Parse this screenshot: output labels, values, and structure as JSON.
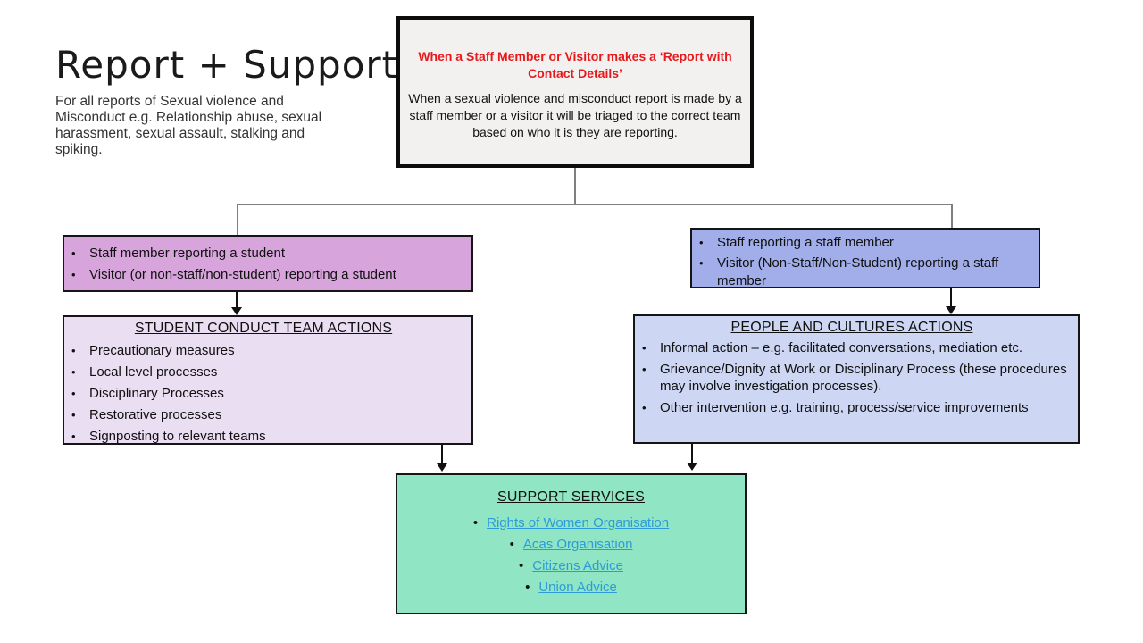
{
  "title": "Report + Support",
  "subtitle": "For all reports of Sexual violence and Misconduct e.g. Relationship abuse, sexual harassment, sexual assault, stalking and spiking.",
  "top_box": {
    "heading": "When a Staff Member or Visitor makes a ‘Report with Contact Details’",
    "body": "When a sexual violence and misconduct report is made by a staff member or a visitor it will be triaged to the correct team based on who it is they are reporting."
  },
  "student_branch": {
    "bullets": [
      "Staff member reporting a student",
      "Visitor (or non-staff/non-student) reporting a student"
    ]
  },
  "staff_branch": {
    "bullets": [
      "Staff reporting a staff member",
      "Visitor (Non-Staff/Non-Student) reporting a staff member"
    ]
  },
  "student_conduct": {
    "heading": "STUDENT CONDUCT TEAM ACTIONS",
    "bullets": [
      "Precautionary measures",
      "Local level processes",
      "Disciplinary Processes",
      "Restorative processes",
      "Signposting to relevant teams"
    ]
  },
  "people_cultures": {
    "heading": "PEOPLE AND CULTURES ACTIONS",
    "bullets": [
      "Informal action – e.g. facilitated conversations, mediation etc.",
      "Grievance/Dignity at Work or Disciplinary Process (these procedures may involve investigation processes).",
      "Other intervention e.g. training, process/service improvements"
    ]
  },
  "support": {
    "heading": "SUPPORT SERVICES",
    "links": [
      "Rights of Women Organisation",
      "Acas Organisation",
      "Citizens Advice",
      "Union Advice"
    ]
  },
  "colors": {
    "top_box_fill": "#f2f1f0",
    "top_box_border": "#0c0c0c",
    "red_heading": "#e8191c",
    "purple_fill": "#d7a5dc",
    "periwinkle_fill": "#a1aeea",
    "lavender_fill": "#eadef2",
    "light_blue_fill": "#cdd7f4",
    "green_fill": "#8fe5c4",
    "link_blue": "#2d9bd7",
    "connector_gray": "#7f7f7f",
    "connector_black": "#111111"
  }
}
